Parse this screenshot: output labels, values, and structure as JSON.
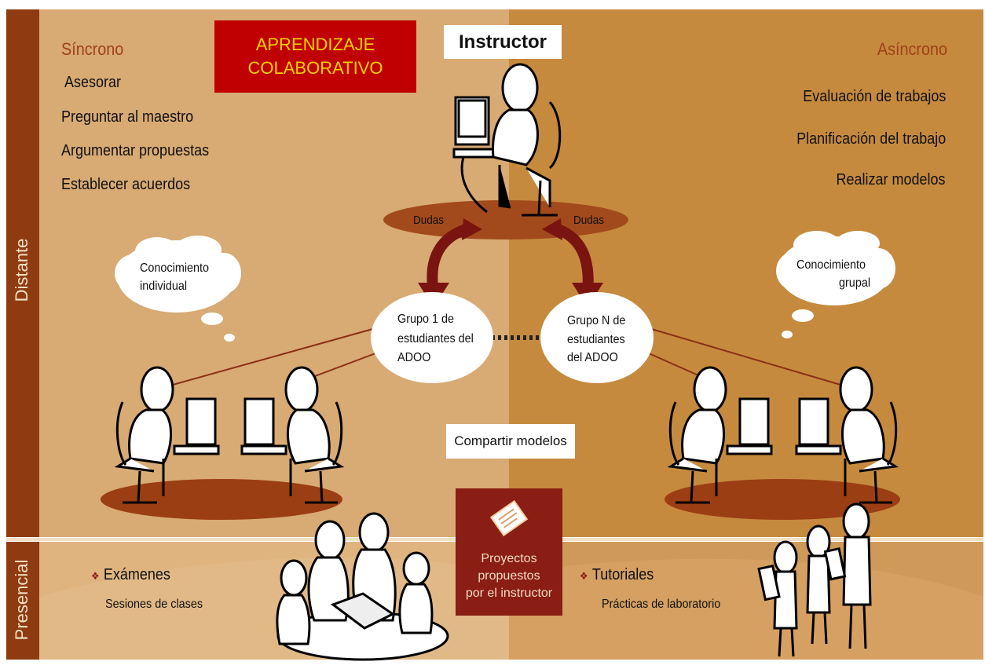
{
  "title": "APRENDIZAJE COLABORATIVO",
  "title_lines": [
    "APRENDIZAJE",
    "COLABORATIVO"
  ],
  "side_labels": {
    "top": "Distante",
    "bottom": "Presencial"
  },
  "sync": {
    "heading": "Síncrono",
    "items": [
      "Asesorar",
      "Preguntar al maestro",
      "Argumentar propuestas",
      "Establecer acuerdos"
    ]
  },
  "async": {
    "heading": "Asíncrono",
    "items": [
      "Evaluación de trabajos",
      "Planificación del trabajo",
      "Realizar modelos"
    ]
  },
  "instructor": "Instructor",
  "doubts": [
    "Dudas",
    "Dudas"
  ],
  "bubbles": {
    "individual": [
      "Conocimiento",
      "individual"
    ],
    "group": [
      "Conocimiento",
      "grupal"
    ]
  },
  "groups": {
    "first": [
      "Grupo 1 de",
      "estudiantes del",
      "ADOO"
    ],
    "nth": [
      "Grupo N de",
      "estudiantes",
      "del ADOO"
    ]
  },
  "share_models": "Compartir modelos",
  "projects": [
    "Proyectos",
    "propuestos",
    "por el instructor"
  ],
  "presencial_left": {
    "main": "Exámenes",
    "sub": "Sesiones de clases"
  },
  "presencial_right": {
    "main": "Tutoriales",
    "sub": "Prácticas de laboratorio"
  },
  "colors": {
    "sync_bg": "#d7a873",
    "async_bg": "#c58a3f",
    "frame": "#8f3b12",
    "title_box": "#c00000",
    "title_text": "#f5d000",
    "heading_text": "#a0401a",
    "arrow": "#7a1410",
    "projects_box": "#8a1d14"
  }
}
